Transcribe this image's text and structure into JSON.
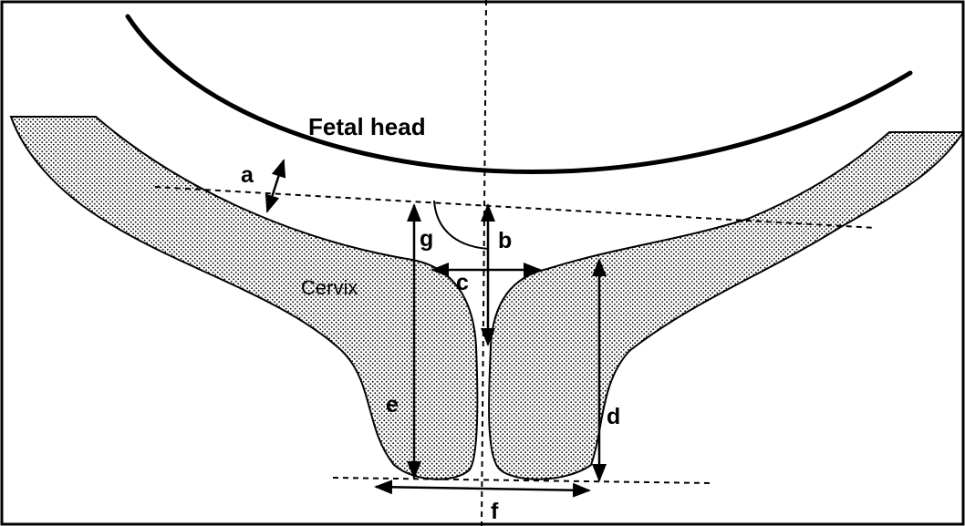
{
  "labels": {
    "fetal_head": "Fetal head",
    "cervix": "Cervix",
    "a": "a",
    "b": "b",
    "c": "c",
    "d": "d",
    "e": "e",
    "f": "f",
    "g": "g"
  },
  "colors": {
    "stroke": "#000000",
    "stipple": "#000000",
    "background": "#ffffff"
  }
}
